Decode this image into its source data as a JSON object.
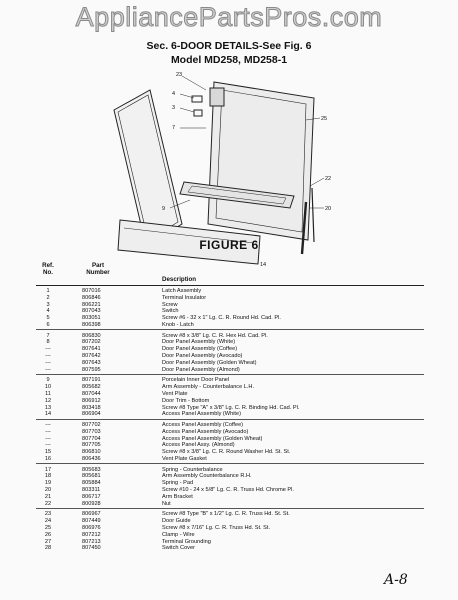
{
  "watermark": "AppliancePartsPros.com",
  "section_title": "Sec. 6-DOOR DETAILS-See Fig. 6",
  "model_title": "Model MD258, MD258-1",
  "figure_label": "FIGURE 6",
  "page_number": "A-8",
  "table": {
    "headers": {
      "ref": "Ref.",
      "ref2": "No.",
      "part": "Part",
      "part2": "Number",
      "desc": "Description"
    },
    "groups": [
      [
        [
          "1",
          "807016",
          "Latch Assembly"
        ],
        [
          "2",
          "806846",
          "Terminal Insulator"
        ],
        [
          "3",
          "806221",
          "Screw"
        ],
        [
          "4",
          "807043",
          "Switch"
        ],
        [
          "5",
          "803051",
          "Screw #6 - 32 x 1\" Lg. C. R. Round Hd. Cad. Pl."
        ],
        [
          "6",
          "806398",
          "Knob - Latch"
        ]
      ],
      [
        [
          "7",
          "806830",
          "Screw #8 x 3/8\" Lg. C. R. Hex Hd. Cad. Pl."
        ],
        [
          "8",
          "807202",
          "Door Panel Assembly (White)"
        ],
        [
          "---",
          "807641",
          "Door Panel Assembly (Coffee)"
        ],
        [
          "---",
          "807642",
          "Door Panel Assembly (Avocado)"
        ],
        [
          "---",
          "807643",
          "Door Panel Assembly (Golden Wheat)"
        ],
        [
          "---",
          "807595",
          "Door Panel Assembly (Almond)"
        ]
      ],
      [
        [
          "9",
          "807191",
          "Porcelain Inner Door Panel"
        ],
        [
          "10",
          "805682",
          "Arm Assembly - Counterbalance L.H."
        ],
        [
          "11",
          "807044",
          "Vent Plate"
        ],
        [
          "12",
          "806912",
          "Door Trim - Bottom"
        ],
        [
          "13",
          "803418",
          "Screw #8 Type \"A\" x 3/8\" Lg. C. R. Binding Hd. Cad. Pl."
        ],
        [
          "14",
          "806904",
          "Access Panel Assembly (White)"
        ]
      ],
      [
        [
          "---",
          "807702",
          "Access Panel Assembly (Coffee)"
        ],
        [
          "---",
          "807703",
          "Access Panel Assembly (Avocado)"
        ],
        [
          "---",
          "807704",
          "Access Panel Assembly (Golden Wheat)"
        ],
        [
          "---",
          "807705",
          "Access Panel Assy. (Almond)"
        ],
        [
          "15",
          "806810",
          "Screw #8 x 3/8\" Lg. C. R. Round Washer Hd. St. St."
        ],
        [
          "16",
          "806436",
          "Vent Plate Gasket"
        ]
      ],
      [
        [
          "17",
          "805683",
          "Spring - Counterbalance"
        ],
        [
          "18",
          "805681",
          "Arm Assembly Counterbalance R.H."
        ],
        [
          "19",
          "805884",
          "Spring - Pad"
        ],
        [
          "20",
          "803311",
          "Screw #10 - 24 x 5/8\" Lg. C. R. Truss Hd. Chrome Pl."
        ],
        [
          "21",
          "806717",
          "Arm Bracket"
        ],
        [
          "22",
          "800928",
          "Nut"
        ]
      ],
      [
        [
          "23",
          "806967",
          "Screw #8 Type \"B\" x 1/2\" Lg. C. R. Truss Hd. St. St."
        ],
        [
          "24",
          "807449",
          "Door Guide"
        ],
        [
          "25",
          "806976",
          "Screw #8 x 7/16\" Lg. C. R. Truss Hd. St. St."
        ],
        [
          "26",
          "807212",
          "Clamp - Wire"
        ],
        [
          "27",
          "807213",
          "Terminal Grounding"
        ],
        [
          "28",
          "807450",
          "Switch Cover"
        ]
      ]
    ]
  }
}
